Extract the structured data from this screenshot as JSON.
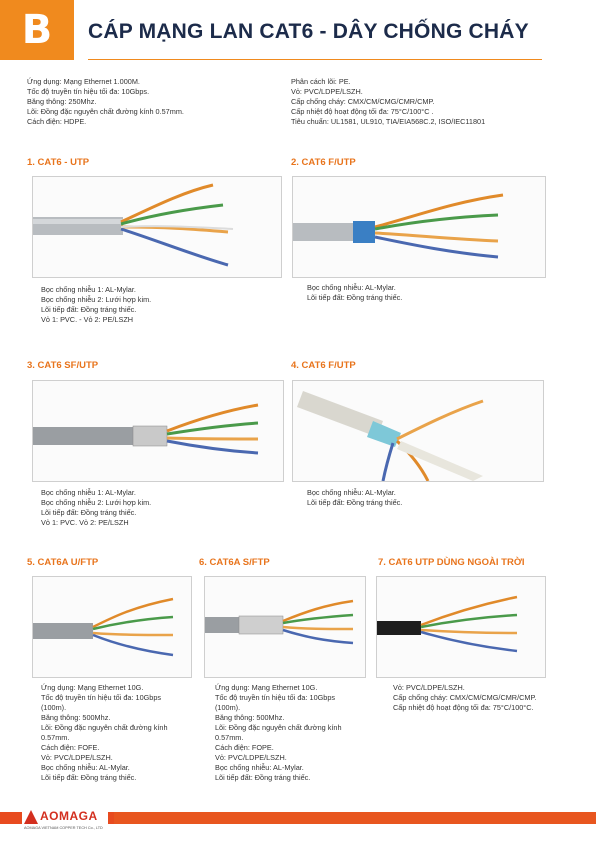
{
  "badge": "B",
  "title": "CÁP MẠNG LAN CAT6 - DÂY CHỐNG CHÁY",
  "specs_left": [
    "Ứng dụng: Mạng Ethernet 1.000M.",
    "Tốc độ truyền tín hiệu tối đa: 10Gbps.",
    "Băng thông: 250Mhz.",
    "Lõi: Đồng đặc nguyên chất đường kính 0.57mm.",
    "Cách điện: HDPE."
  ],
  "specs_right": [
    "Phân cách lõi: PE.",
    "Vỏ: PVC/LDPE/LSZH.",
    "Cấp chống cháy: CMX/CM/CMG/CMR/CMP.",
    "Cấp nhiệt độ hoạt động tối đa: 75°C/100°C .",
    "Tiêu chuẩn: UL1581, UL910, TIA/EIA568C.2, ISO/IEC11801"
  ],
  "sections": [
    {
      "title": "1. CAT6 - UTP",
      "lines": [
        "Bọc chống nhiễu 1: AL-Mylar.",
        "Bọc chống nhiễu 2: Lưới hợp kim.",
        "Lõi tiếp đất: Đồng tráng thiếc.",
        "Vỏ 1: PVC. - Vỏ 2: PE/LSZH"
      ]
    },
    {
      "title": "2. CAT6 F/UTP",
      "lines": [
        "Bọc chống nhiễu: AL-Mylar.",
        "Lõi tiếp đất: Đồng tráng thiếc."
      ]
    },
    {
      "title": "3. CAT6 SF/UTP",
      "lines": [
        "Bọc chống nhiễu 1: AL-Mylar.",
        "Bọc chống nhiễu 2: Lưới hợp kim.",
        "Lõi tiếp đất: Đồng tráng thiếc.",
        "Vỏ 1: PVC. Vỏ 2: PE/LSZH"
      ]
    },
    {
      "title": "4. CAT6 F/UTP",
      "lines": [
        "Bọc chống nhiễu: AL-Mylar.",
        "Lõi tiếp đất: Đồng tráng thiếc."
      ]
    },
    {
      "title": "5. CAT6A U/FTP",
      "lines": [
        "Ứng dụng: Mạng Ethernet 10G.",
        "Tốc độ truyền tín hiệu tối đa: 10Gbps",
        "(100m).",
        "Băng thông: 500Mhz.",
        "Lõi: Đồng đặc nguyên chất đường kính",
        "0.57mm.",
        "Cách điện: FOFE.",
        "Vỏ: PVC/LDPE/LSZH.",
        "Bọc chống nhiễu: AL-Mylar.",
        "Lõi tiếp đất: Đồng tráng thiếc."
      ]
    },
    {
      "title": "6. CAT6A S/FTP",
      "lines": [
        "Ứng dụng: Mạng Ethernet 10G.",
        "Tốc độ truyền tín hiệu tối đa: 10Gbps",
        "(100m).",
        "Băng thông: 500Mhz.",
        "Lõi: Đồng đặc nguyên chất đường kính",
        "0.57mm.",
        "Cách điện: FOPE.",
        "Vỏ: PVC/LDPE/LSZH.",
        "Bọc chống nhiễu: AL-Mylar.",
        "Lõi tiếp đất: Đồng tráng thiếc."
      ]
    },
    {
      "title": "7. CAT6 UTP DÙNG NGOÀI TRỜI",
      "lines": [
        "Vỏ: PVC/LDPE/LSZH.",
        "Cấp chống cháy: CMX/CM/CMG/CMR/CMP.",
        "Cấp nhiệt độ hoạt động tối đa: 75°C/100°C."
      ]
    }
  ],
  "footer": {
    "logo": "AOMAGA",
    "company": "AOMAGA VIETNAM COPPER TECH Co., LTD"
  },
  "colors": {
    "accent": "#f08a1e",
    "title": "#1c2b4a",
    "footer": "#e84b1f"
  }
}
